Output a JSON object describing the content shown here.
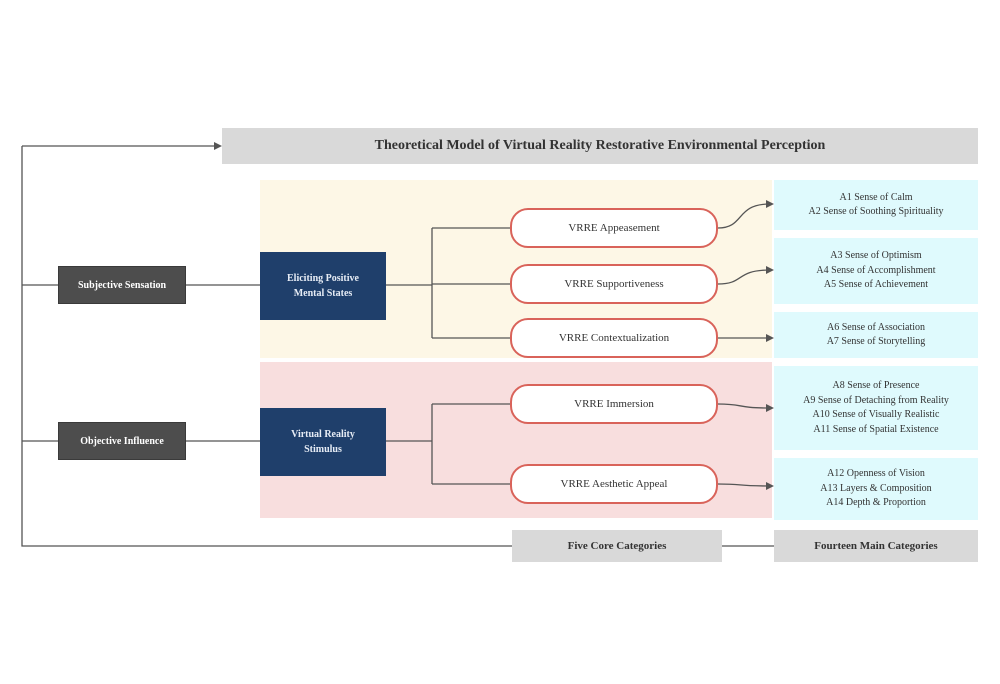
{
  "title": "Theoretical Model of Virtual Reality Restorative Environmental Perception",
  "left_nodes": {
    "subjective": "Subjective Sensation",
    "objective": "Objective Influence"
  },
  "core_nodes": {
    "mental": [
      "Eliciting Positive",
      "Mental States"
    ],
    "stimulus": [
      "Virtual Reality",
      "Stimulus"
    ]
  },
  "pills": {
    "appeasement": "VRRE Appeasement",
    "supportiveness": "VRRE Supportiveness",
    "contextualization": "VRRE Contextualization",
    "immersion": "VRRE Immersion",
    "aesthetic": "VRRE Aesthetic Appeal"
  },
  "leaves": {
    "a": [
      "A1 Sense of Calm",
      "A2 Sense of Soothing Spirituality"
    ],
    "b": [
      "A3 Sense of Optimism",
      "A4 Sense of Accomplishment",
      "A5 Sense of Achievement"
    ],
    "c": [
      "A6 Sense of Association",
      "A7 Sense of Storytelling"
    ],
    "d": [
      "A8 Sense of Presence",
      "A9 Sense of Detaching from Reality",
      "A10 Sense of Visually Realistic",
      "A11 Sense of Spatial Existence"
    ],
    "e": [
      "A12 Openness of Vision",
      "A13 Layers & Composition",
      "A14 Depth & Proportion"
    ]
  },
  "bottom": {
    "core": "Five Core Categories",
    "feature": "Fourteen Main Categories"
  },
  "colors": {
    "navy": "#1f3f6b",
    "dark": "#4d4d4d",
    "pill_border": "#d9635a",
    "cyan": "#dffafd",
    "yellow_band": "#fdf7e6",
    "pink_band": "#f8dede"
  }
}
